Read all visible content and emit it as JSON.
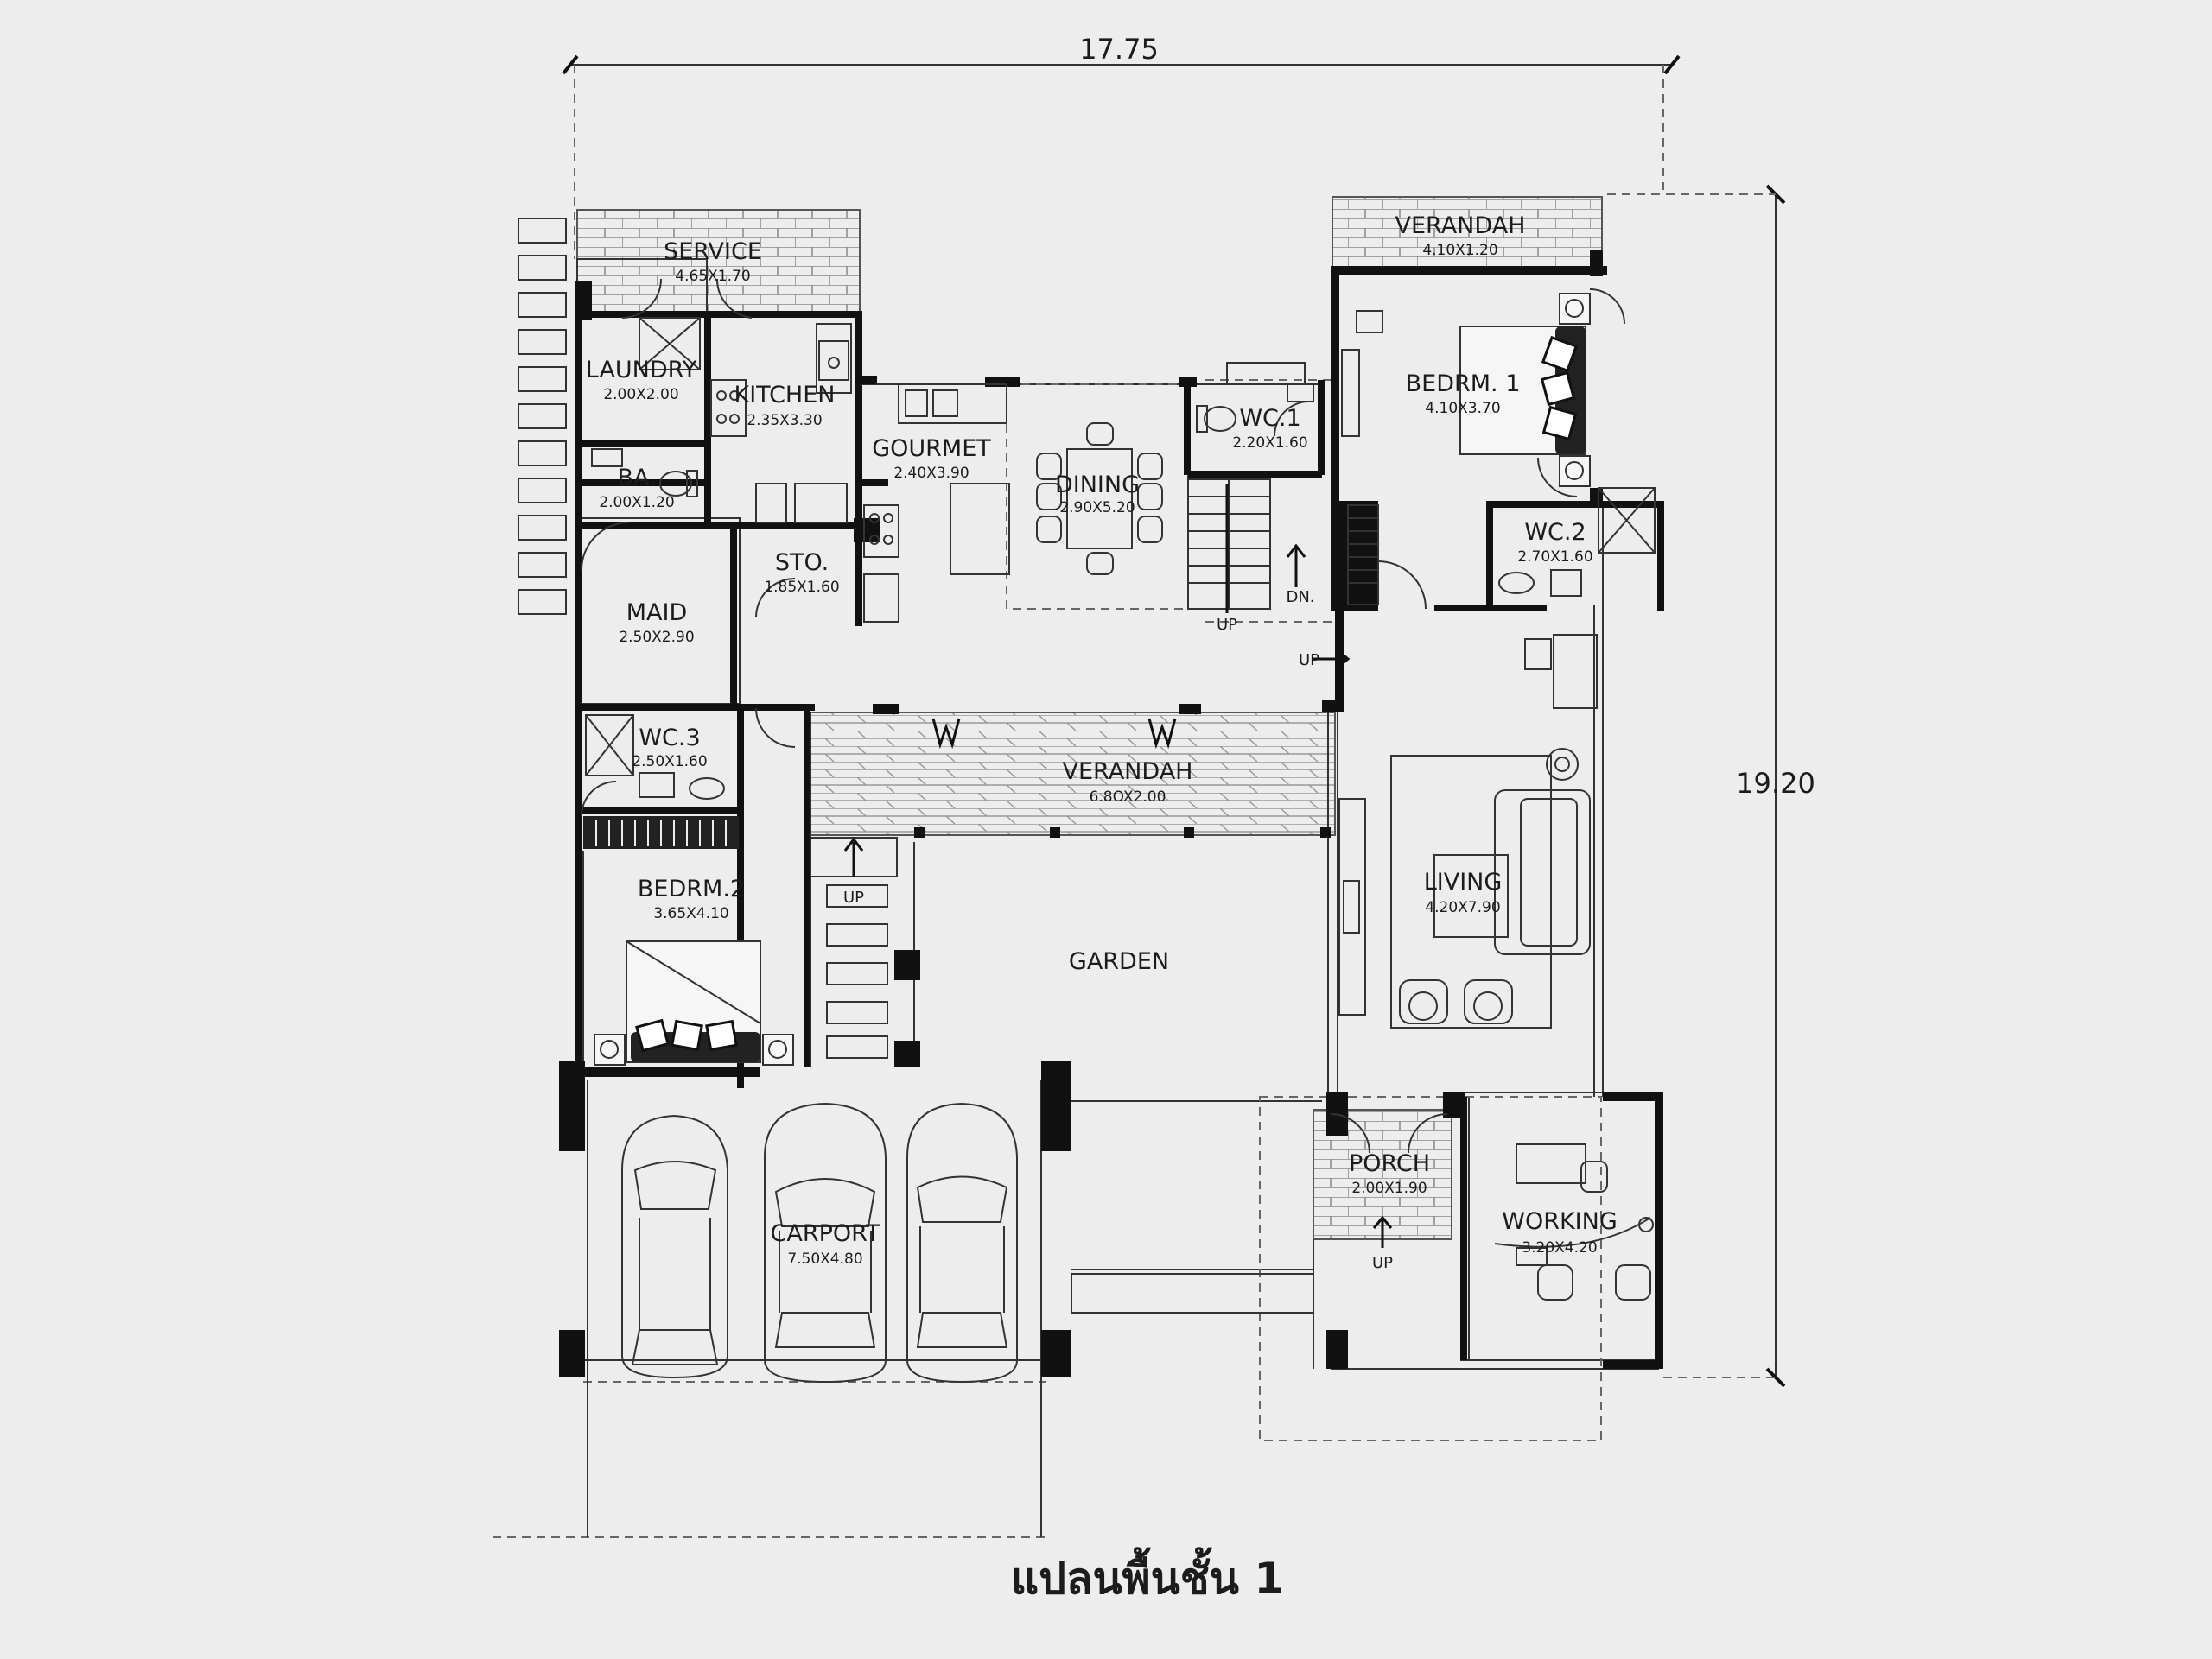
{
  "title": "แปลนพื้นชั้น 1",
  "dimensions": {
    "width": "17.75",
    "depth": "19.20"
  },
  "rooms": [
    {
      "id": "service",
      "name": "SERVICE",
      "size": "4.65X1.70"
    },
    {
      "id": "laundry",
      "name": "LAUNDRY",
      "size": "2.00X2.00"
    },
    {
      "id": "kitchen",
      "name": "KITCHEN",
      "size": "2.35X3.30"
    },
    {
      "id": "ba",
      "name": "BA.",
      "size": "2.00X1.20"
    },
    {
      "id": "gourmet",
      "name": "GOURMET",
      "size": "2.40X3.90"
    },
    {
      "id": "dining",
      "name": "DINING",
      "size": "2.90X5.20"
    },
    {
      "id": "wc1",
      "name": "WC.1",
      "size": "2.20X1.60"
    },
    {
      "id": "verandah-top",
      "name": "VERANDAH",
      "size": "4.10X1.20"
    },
    {
      "id": "bedrm1",
      "name": "BEDRM. 1",
      "size": "4.10X3.70"
    },
    {
      "id": "wc2",
      "name": "WC.2",
      "size": "2.70X1.60"
    },
    {
      "id": "sto",
      "name": "STO.",
      "size": "1.85X1.60"
    },
    {
      "id": "maid",
      "name": "MAID",
      "size": "2.50X2.90"
    },
    {
      "id": "wc3",
      "name": "WC.3",
      "size": "2.50X1.60"
    },
    {
      "id": "verandah-mid",
      "name": "VERANDAH",
      "size": "6.8OX2.00"
    },
    {
      "id": "bedrm2",
      "name": "BEDRM.2",
      "size": "3.65X4.10"
    },
    {
      "id": "garden",
      "name": "GARDEN",
      "size": ""
    },
    {
      "id": "living",
      "name": "LIVING",
      "size": "4.20X7.90"
    },
    {
      "id": "porch",
      "name": "PORCH",
      "size": "2.00X1.90"
    },
    {
      "id": "working",
      "name": "WORKING",
      "size": "3.20X4.20"
    },
    {
      "id": "carport",
      "name": "CARPORT",
      "size": "7.50X4.80"
    }
  ],
  "notes": {
    "up": "UP",
    "dn": "DN."
  },
  "colors": {
    "background": "#eeedee",
    "wall": "#111111",
    "line": "#333333"
  }
}
